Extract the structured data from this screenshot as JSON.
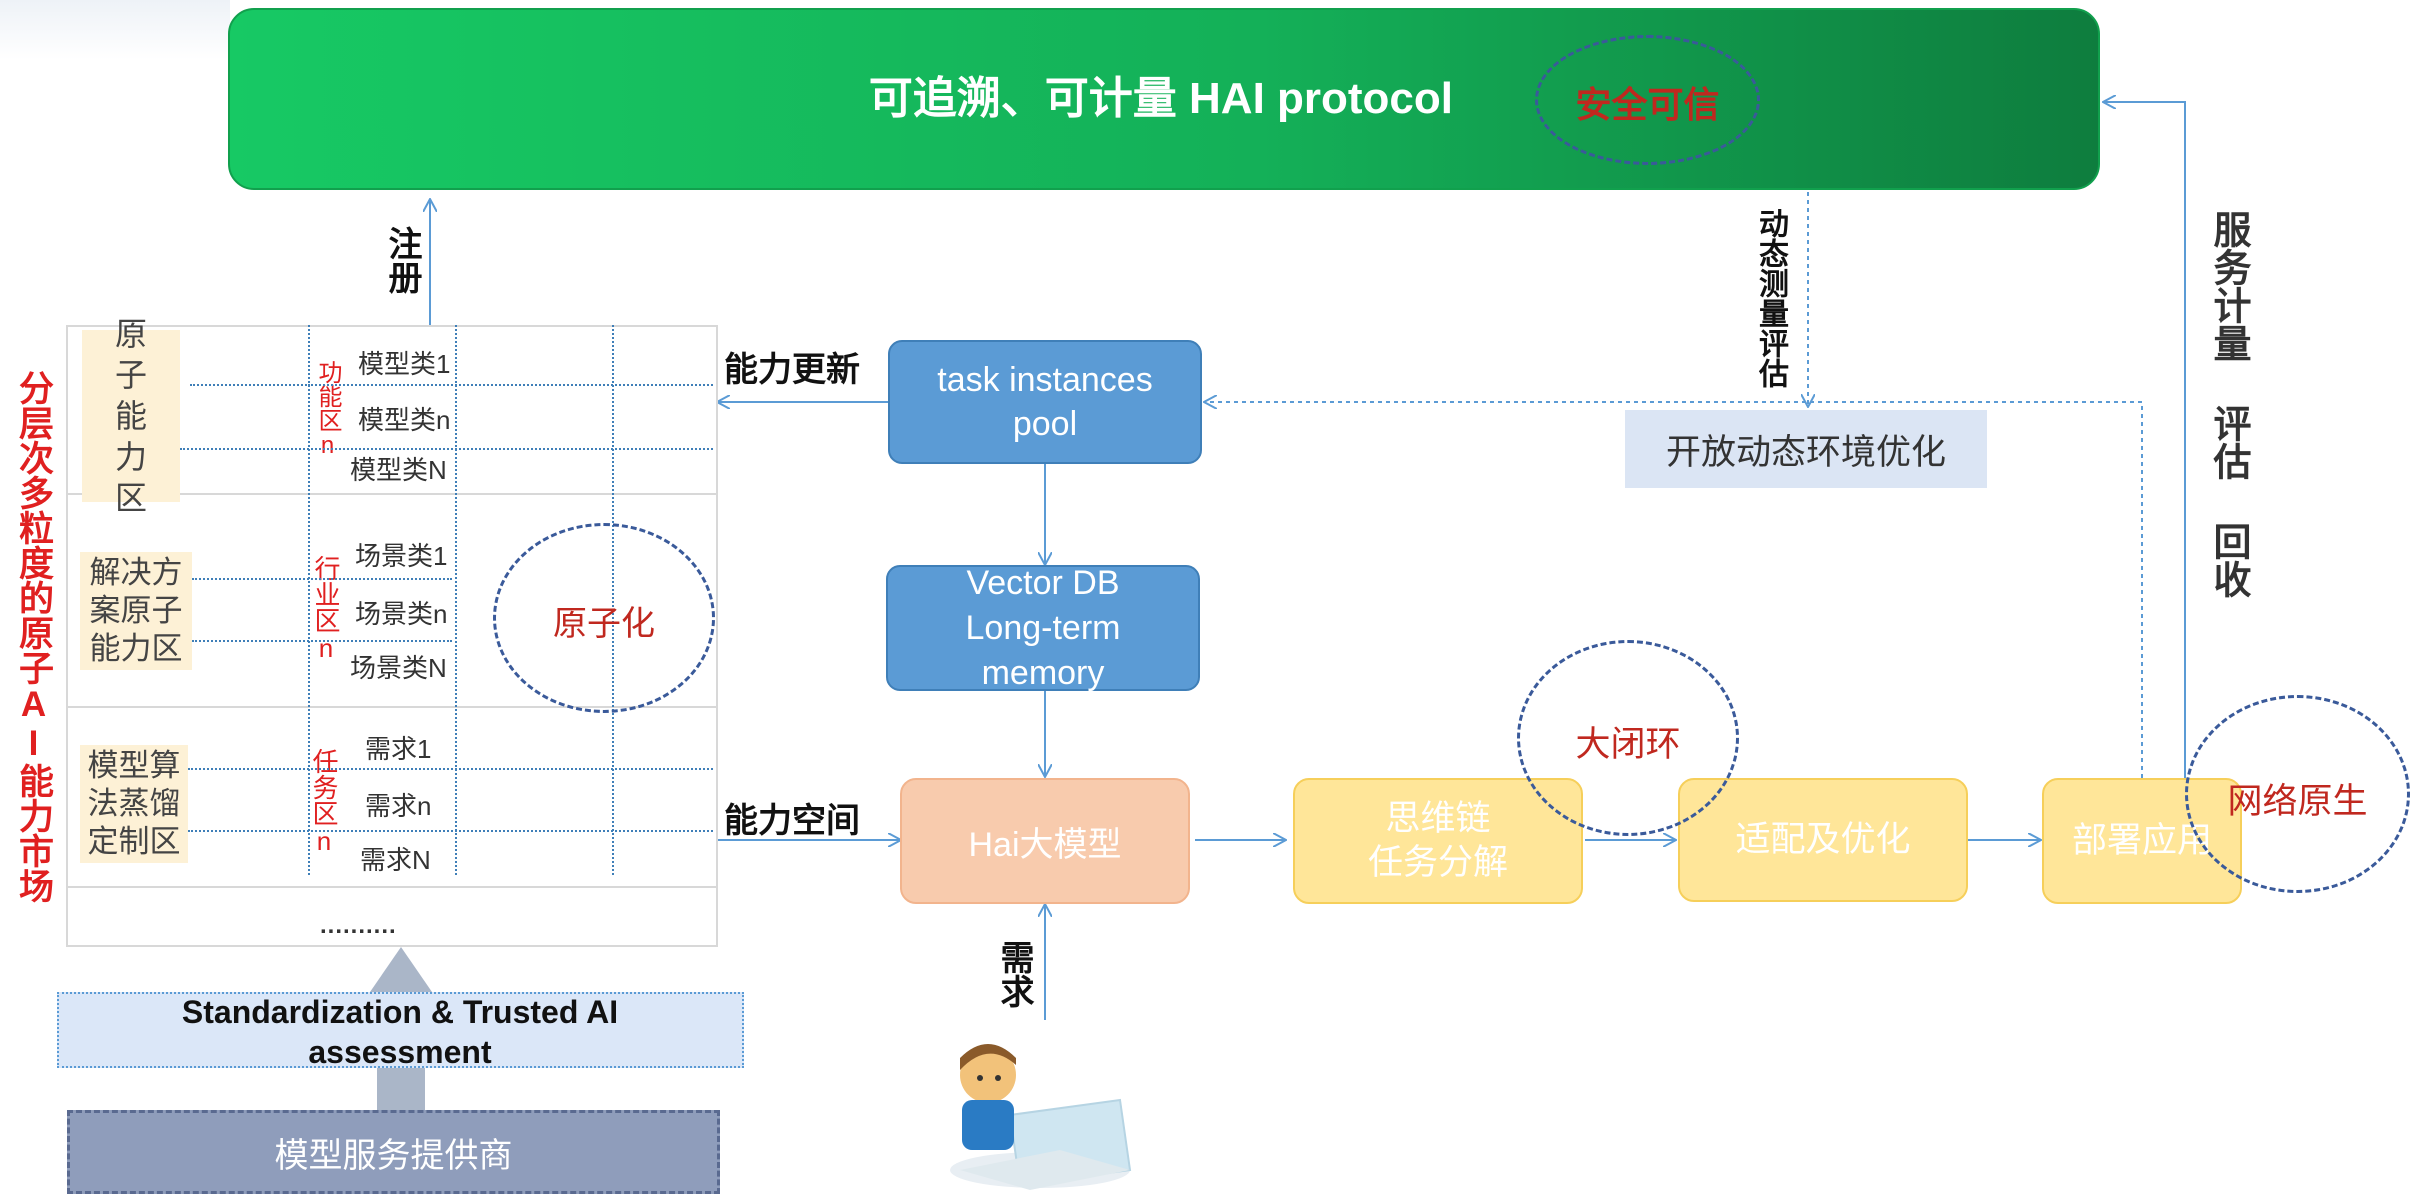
{
  "banner": {
    "title": "可追溯、可计量 HAI protocol",
    "badge": "安全可信"
  },
  "labels": {
    "register": "注册",
    "capability_update": "能力更新",
    "capability_space": "能力空间",
    "demand": "需求",
    "dynamic_eval": "动态测量评估",
    "service_metering": "服务计量 评估 回收",
    "market_title": "分层次多粒度的原子AI能力市场"
  },
  "market": {
    "zones": [
      {
        "label": "原子能力区",
        "side": "功能区n",
        "items": [
          "模型类1",
          "模型类n",
          "模型类N"
        ]
      },
      {
        "label": "解决方案原子能力区",
        "side": "行业区n",
        "items": [
          "场景类1",
          "场景类n",
          "场景类N"
        ]
      },
      {
        "label": "模型算法蒸馏定制区",
        "side": "任务区n",
        "items": [
          "需求1",
          "需求n",
          "需求N"
        ]
      }
    ],
    "ellipsis": "..........",
    "atomize": "原子化"
  },
  "standardization": "Standardization & Trusted AI assessment",
  "provider": "模型服务提供商",
  "flow": {
    "task_pool": "task instances pool",
    "vector_db": [
      "Vector DB",
      "Long-term",
      "memory"
    ],
    "hai_model": "Hai大模型",
    "cot": [
      "思维链",
      "任务分解"
    ],
    "adapt": "适配及优化",
    "deploy": "部署应用",
    "open_env": "开放动态环境优化"
  },
  "circles": {
    "big_loop": "大闭环",
    "network_native": "网络原生"
  },
  "colors": {
    "banner": "#14b058",
    "blue": "#5b9bd5",
    "yellow": "#ffe699",
    "peach": "#f8cbad",
    "red": "#e02020"
  }
}
